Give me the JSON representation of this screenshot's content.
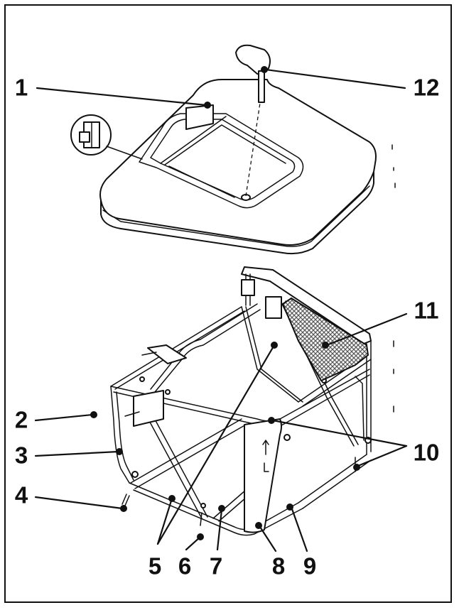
{
  "callouts": [
    {
      "id": "1",
      "label": "1"
    },
    {
      "id": "2",
      "label": "2"
    },
    {
      "id": "3",
      "label": "3"
    },
    {
      "id": "4",
      "label": "4"
    },
    {
      "id": "5",
      "label": "5"
    },
    {
      "id": "6",
      "label": "6"
    },
    {
      "id": "7",
      "label": "7"
    },
    {
      "id": "8",
      "label": "8"
    },
    {
      "id": "9",
      "label": "9"
    },
    {
      "id": "10",
      "label": "10"
    },
    {
      "id": "11",
      "label": "11"
    },
    {
      "id": "12",
      "label": "12"
    }
  ],
  "colors": {
    "ink": "#111111",
    "background": "#ffffff",
    "mesh": "#5a5a5a"
  }
}
